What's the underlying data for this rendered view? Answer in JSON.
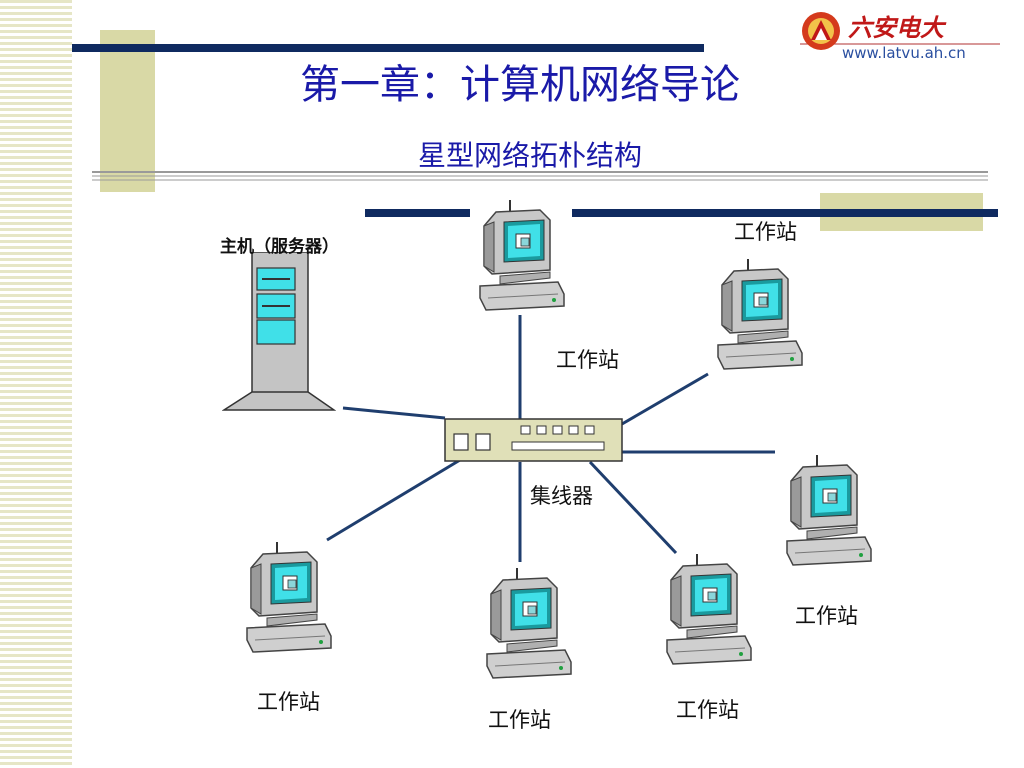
{
  "slide": {
    "title": "第一章：计算机网络导论",
    "subtitle": "星型网络拓朴结构"
  },
  "logo": {
    "name": "六安电大",
    "url": "www.latvu.ah.cn"
  },
  "diagram": {
    "server_label": "主机（服务器）",
    "hub_label": "集线器",
    "workstation_label": "工作站"
  },
  "colors": {
    "title": "#1a1aa8",
    "link_line": "#1f3e6e",
    "accent_bar": "#0f2a60",
    "tan_block": "#d9d9a6",
    "logo_red": "#c01818"
  }
}
